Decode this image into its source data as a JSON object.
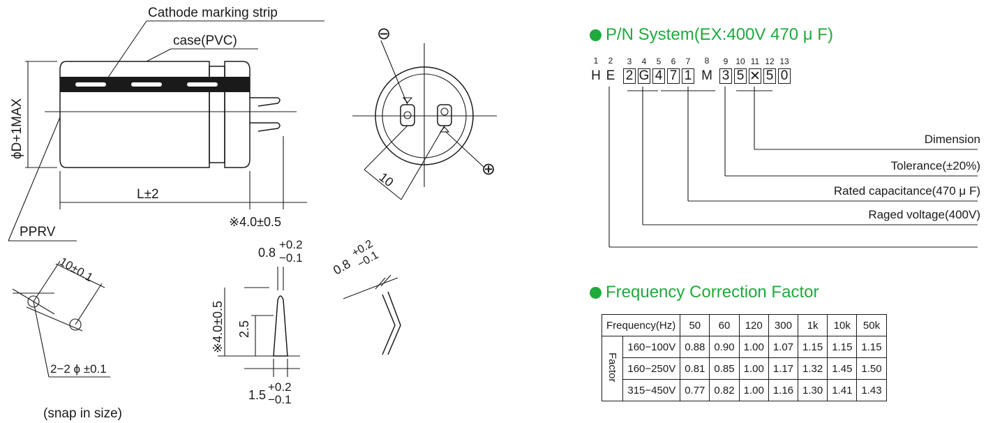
{
  "drawing": {
    "labels": {
      "cathode_strip": "Cathode marking strip",
      "case": "case(PVC)",
      "diameter": "ϕD+1MAX",
      "length": "L±2",
      "pprv": "PPRV",
      "lead_length": "※4.0±0.5",
      "pin_spacing": "10",
      "minus": "⊖",
      "plus": "⊕",
      "hole_spacing": "10±0.1",
      "hole_size": "2−2 ϕ ±0.1",
      "snap": "(snap in size)",
      "pin_width_top": "0.8",
      "pin_width_top_tol_plus": "+0.2",
      "pin_width_top_tol_minus": "−0.1",
      "pin_height": "※4.0±0.5",
      "pin_inner": "2.5",
      "pin_base": "1.5",
      "pin_base_tol_plus": "+0.2",
      "pin_base_tol_minus": "−0.1",
      "bent_width": "0.8",
      "bent_tol_plus": "+0.2",
      "bent_tol_minus": "−0.1"
    }
  },
  "pn_system": {
    "title": "P/N System(EX:400V 470 μ F)",
    "code": [
      {
        "idx": "1",
        "char": "H",
        "boxed": false
      },
      {
        "idx": "2",
        "char": "E",
        "boxed": false
      },
      {
        "idx": "3",
        "char": "2",
        "boxed": true
      },
      {
        "idx": "4",
        "char": "G",
        "boxed": true
      },
      {
        "idx": "5",
        "char": "4",
        "boxed": true
      },
      {
        "idx": "6",
        "char": "7",
        "boxed": true
      },
      {
        "idx": "7",
        "char": "1",
        "boxed": true
      },
      {
        "idx": "8",
        "char": "M",
        "boxed": false
      },
      {
        "idx": "9",
        "char": "3",
        "boxed": true
      },
      {
        "idx": "10",
        "char": "5",
        "boxed": true
      },
      {
        "idx": "11",
        "char": "✕",
        "boxed": true
      },
      {
        "idx": "12",
        "char": "5",
        "boxed": true
      },
      {
        "idx": "13",
        "char": "0",
        "boxed": true
      }
    ],
    "labels": {
      "dimension": "Dimension",
      "tolerance": "Tolerance(±20%)",
      "capacitance": "Rated capacitance(470 μ F)",
      "voltage": "Raged voltage(400V)"
    }
  },
  "frequency": {
    "title": "Frequency Correction Factor",
    "header_label": "Frequency(Hz)",
    "frequencies": [
      "50",
      "60",
      "120",
      "300",
      "1k",
      "10k",
      "50k"
    ],
    "factor_label": "Factor",
    "rows": [
      {
        "range": "160−100V",
        "values": [
          "0.88",
          "0.90",
          "1.00",
          "1.07",
          "1.15",
          "1.15",
          "1.15"
        ]
      },
      {
        "range": "160−250V",
        "values": [
          "0.81",
          "0.85",
          "1.00",
          "1.17",
          "1.32",
          "1.45",
          "1.50"
        ]
      },
      {
        "range": "315−450V",
        "values": [
          "0.77",
          "0.82",
          "1.00",
          "1.16",
          "1.30",
          "1.41",
          "1.43"
        ]
      }
    ]
  },
  "colors": {
    "accent": "#1faa3c",
    "ink": "#1a1a1a"
  }
}
